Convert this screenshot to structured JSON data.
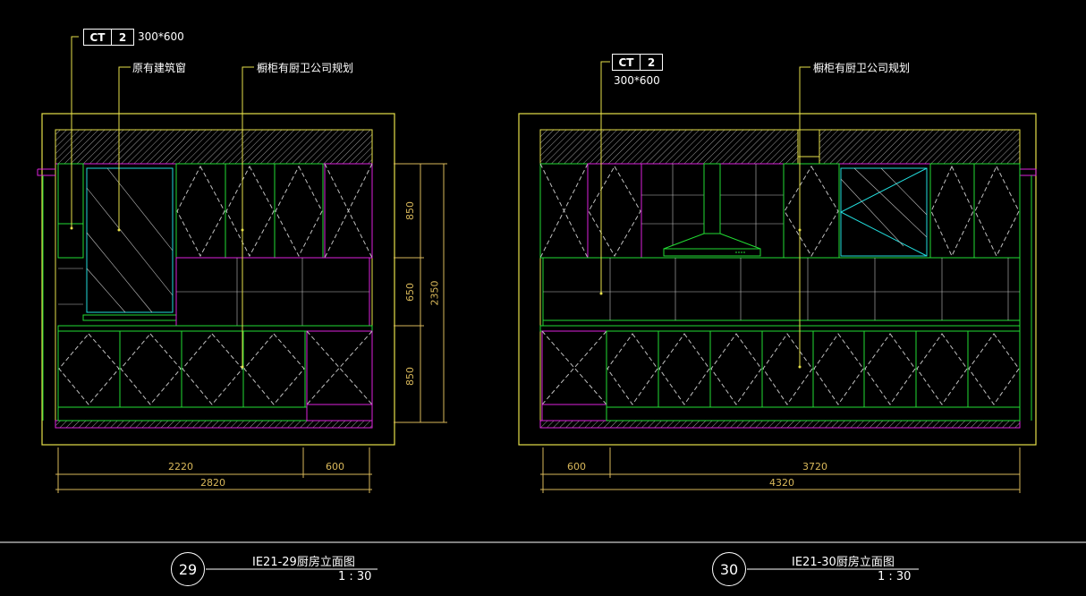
{
  "colors": {
    "frame": "#e6e04a",
    "cabinet": "#22dd33",
    "accent": "#dd22dd",
    "glass": "#22dddd",
    "dash": "#bfbfbf",
    "dimension": "#d9b85a",
    "text": "#ffffff"
  },
  "left": {
    "tag_code": "CT",
    "tag_num": "2",
    "tag_size": "300*600",
    "note_window": "原有建筑窗",
    "note_cabinet": "橱柜有厨卫公司规划",
    "dims_v": [
      "850",
      "650",
      "850",
      "2350"
    ],
    "dims_h": [
      "2220",
      "600",
      "2820"
    ],
    "number": "29",
    "title": "IE21-29厨房立面图",
    "scale": "1 : 30"
  },
  "right": {
    "tag_code": "CT",
    "tag_num": "2",
    "tag_size": "300*600",
    "note_cabinet": "橱柜有厨卫公司规划",
    "dims_h": [
      "600",
      "3720",
      "4320"
    ],
    "number": "30",
    "title": "IE21-30厨房立面图",
    "scale": "1 : 30"
  }
}
